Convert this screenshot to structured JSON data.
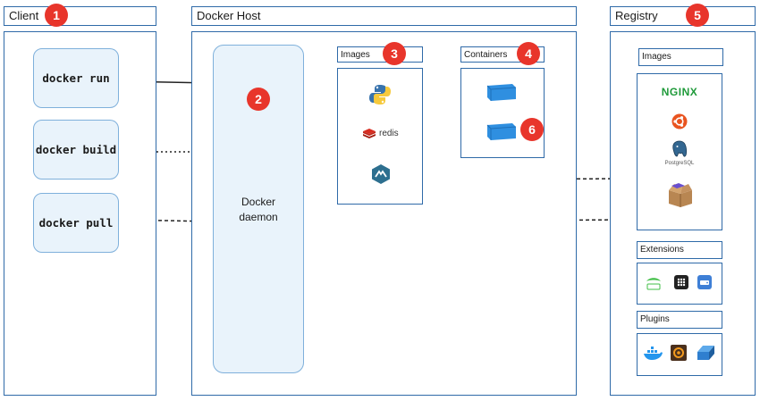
{
  "client": {
    "title": "Client",
    "badge": "1",
    "commands": [
      "docker run",
      "docker build",
      "docker pull"
    ]
  },
  "host": {
    "title": "Docker Host",
    "badge": "2",
    "daemon": {
      "line1": "Docker",
      "line2": "daemon"
    },
    "images": {
      "title": "Images",
      "badge": "3",
      "redis_label": "redis"
    },
    "containers": {
      "title": "Containers",
      "badge": "4",
      "badge2": "6"
    }
  },
  "registry": {
    "title": "Registry",
    "badge": "5",
    "images_title": "Images",
    "nginx_label": "NGINX",
    "postgres_label": "PostgreSQL",
    "extensions_title": "Extensions",
    "plugins_title": "Plugins"
  },
  "colors": {
    "panel_border": "#2f6aa8",
    "box_fill": "#e9f3fb",
    "badge": "#e8352b"
  }
}
